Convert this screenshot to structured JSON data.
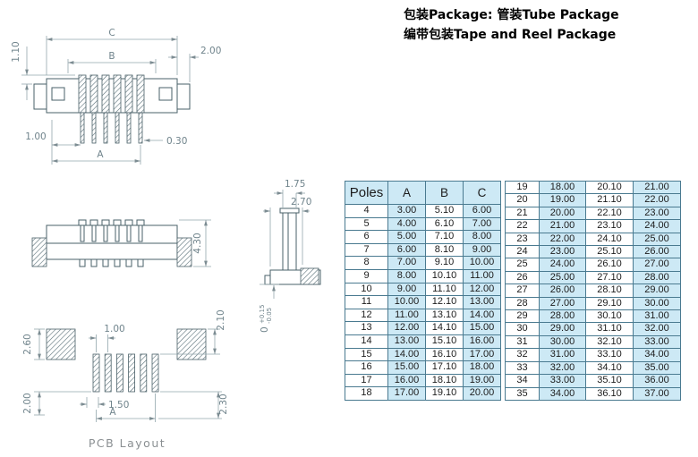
{
  "package_info": {
    "line1": "包装Package: 管装Tube Package",
    "line2": "编带包装Tape and Reel Package"
  },
  "drawings": {
    "top_view": {
      "dim_c": "C",
      "dim_b": "B",
      "dim_110": "1.10",
      "dim_200": "2.00",
      "dim_100": "1.00",
      "dim_030": "0.30",
      "dim_a": "A"
    },
    "front_view": {
      "dim_430": "4.30"
    },
    "side_view": {
      "dim_175": "1.75",
      "dim_270": "2.70",
      "tol_base": "0",
      "tol_plus": "+0.15",
      "tol_minus": "-0.05"
    },
    "pcb": {
      "dim_260": "2.60",
      "dim_100": "1.00",
      "dim_210": "2.10",
      "dim_200": "2.00",
      "dim_150": "1.50",
      "dim_a": "A",
      "dim_230": "2.30",
      "label": "PCB Layout"
    }
  },
  "table": {
    "headers": [
      "Poles",
      "A",
      "B",
      "C"
    ],
    "left_rows": [
      [
        "4",
        "3.00",
        "5.10",
        "6.00"
      ],
      [
        "5",
        "4.00",
        "6.10",
        "7.00"
      ],
      [
        "6",
        "5.00",
        "7.10",
        "8.00"
      ],
      [
        "7",
        "6.00",
        "8.10",
        "9.00"
      ],
      [
        "8",
        "7.00",
        "9.10",
        "10.00"
      ],
      [
        "9",
        "8.00",
        "10.10",
        "11.00"
      ],
      [
        "10",
        "9.00",
        "11.10",
        "12.00"
      ],
      [
        "11",
        "10.00",
        "12.10",
        "13.00"
      ],
      [
        "12",
        "11.00",
        "13.10",
        "14.00"
      ],
      [
        "13",
        "12.00",
        "14.10",
        "15.00"
      ],
      [
        "14",
        "13.00",
        "15.10",
        "16.00"
      ],
      [
        "15",
        "14.00",
        "16.10",
        "17.00"
      ],
      [
        "16",
        "15.00",
        "17.10",
        "18.00"
      ],
      [
        "17",
        "16.00",
        "18.10",
        "19.00"
      ],
      [
        "18",
        "17.00",
        "19.10",
        "20.00"
      ]
    ],
    "right_rows": [
      [
        "19",
        "18.00",
        "20.10",
        "21.00"
      ],
      [
        "20",
        "19.00",
        "21.10",
        "22.00"
      ],
      [
        "21",
        "20.00",
        "22.10",
        "23.00"
      ],
      [
        "22",
        "21.00",
        "23.10",
        "24.00"
      ],
      [
        "23",
        "22.00",
        "24.10",
        "25.00"
      ],
      [
        "24",
        "23.00",
        "25.10",
        "26.00"
      ],
      [
        "25",
        "24.00",
        "26.10",
        "27.00"
      ],
      [
        "26",
        "25.00",
        "27.10",
        "28.00"
      ],
      [
        "27",
        "26.00",
        "28.10",
        "29.00"
      ],
      [
        "28",
        "27.00",
        "29.10",
        "30.00"
      ],
      [
        "29",
        "28.00",
        "30.10",
        "31.00"
      ],
      [
        "30",
        "29.00",
        "31.10",
        "32.00"
      ],
      [
        "31",
        "30.00",
        "32.10",
        "33.00"
      ],
      [
        "32",
        "31.00",
        "33.10",
        "34.00"
      ],
      [
        "33",
        "32.00",
        "34.10",
        "35.00"
      ],
      [
        "34",
        "33.00",
        "35.10",
        "36.00"
      ],
      [
        "35",
        "34.00",
        "36.10",
        "37.00"
      ]
    ]
  },
  "colors": {
    "cell_blue": "#cde9f5",
    "table_border": "#4a7a90"
  }
}
